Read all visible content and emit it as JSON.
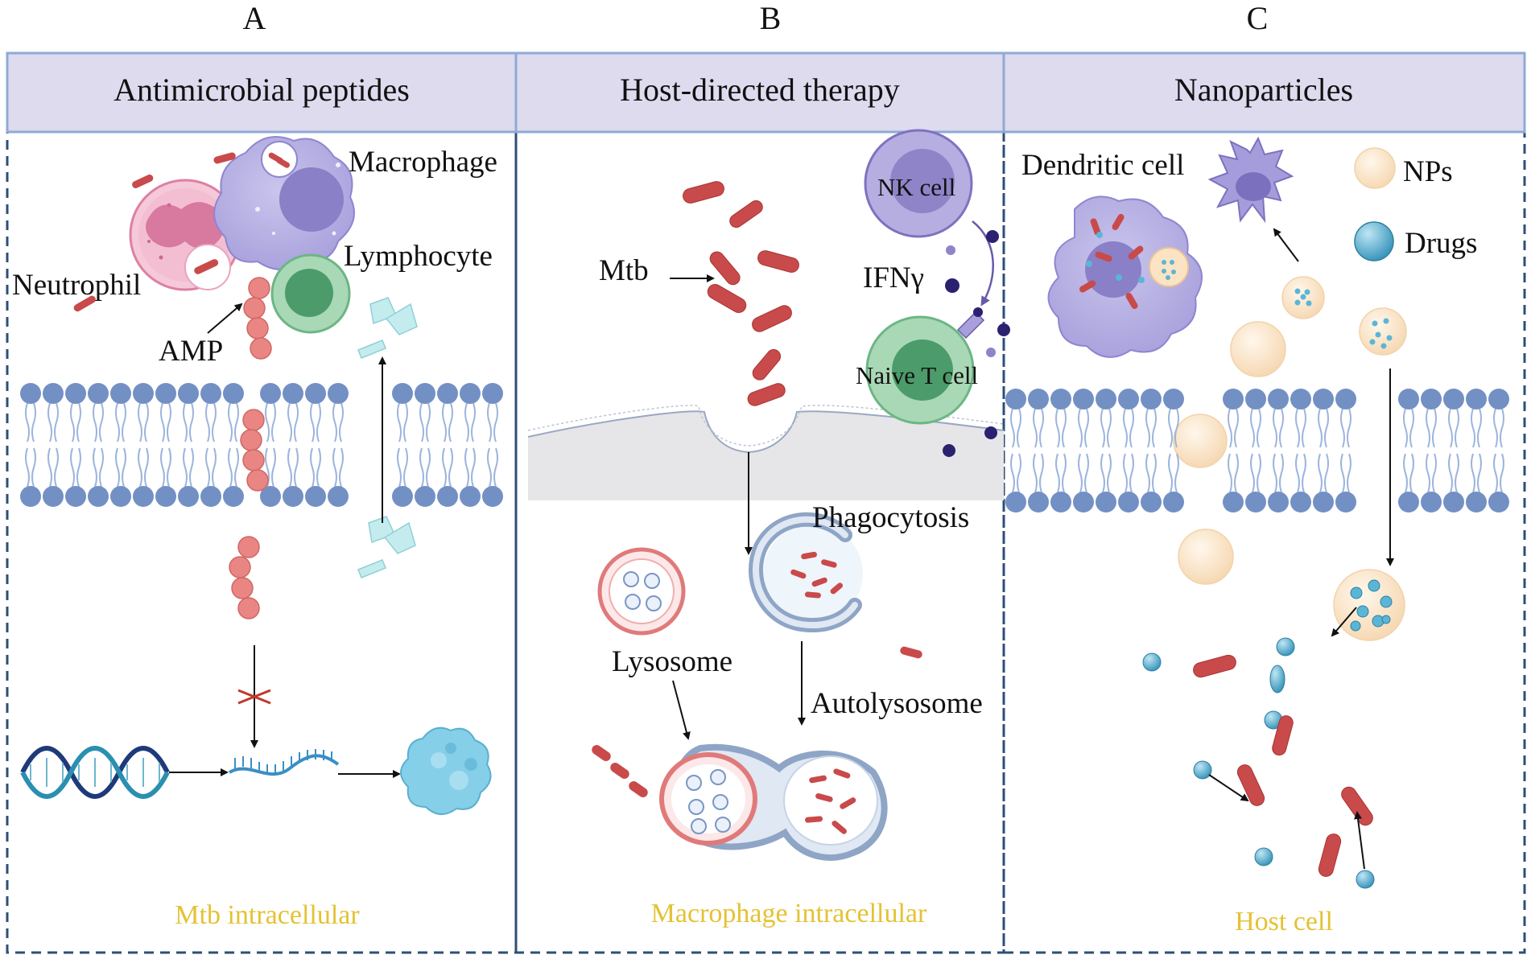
{
  "panels": [
    {
      "letter": "A",
      "header": "Antimicrobial peptides",
      "labels": {
        "macrophage": "Macrophage",
        "lymphocyte": "Lymphocyte",
        "neutrophil": "Neutrophil",
        "amp": "AMP"
      },
      "footer": "Mtb intracellular"
    },
    {
      "letter": "B",
      "header": "Host-directed therapy",
      "labels": {
        "nk_cell": "NK cell",
        "mtb": "Mtb",
        "ifn": "IFNγ",
        "naive_t_cell": "Naive T cell",
        "phagocytosis": "Phagocytosis",
        "lysosome": "Lysosome",
        "autolysosome": "Autolysosome"
      },
      "footer": "Macrophage intracellular"
    },
    {
      "letter": "C",
      "header": "Nanoparticles",
      "labels": {
        "dendritic_cell": "Dendritic cell",
        "nps": "NPs",
        "drugs": "Drugs"
      },
      "footer": "Host cell"
    }
  ],
  "colors": {
    "header_fill": "#dedbef",
    "header_border": "#8faad4",
    "dashed_border": "#2d4f78",
    "footer_text": "#e4c233",
    "ifn_text": "#c0392b",
    "bacteria": "#c94a4a",
    "membrane_head": "#7390c4",
    "membrane_tail": "#9db5dd",
    "amp_bead": "#e98583",
    "nanoparticle": "#fbe3c4",
    "drug": "#5ab6d6"
  }
}
